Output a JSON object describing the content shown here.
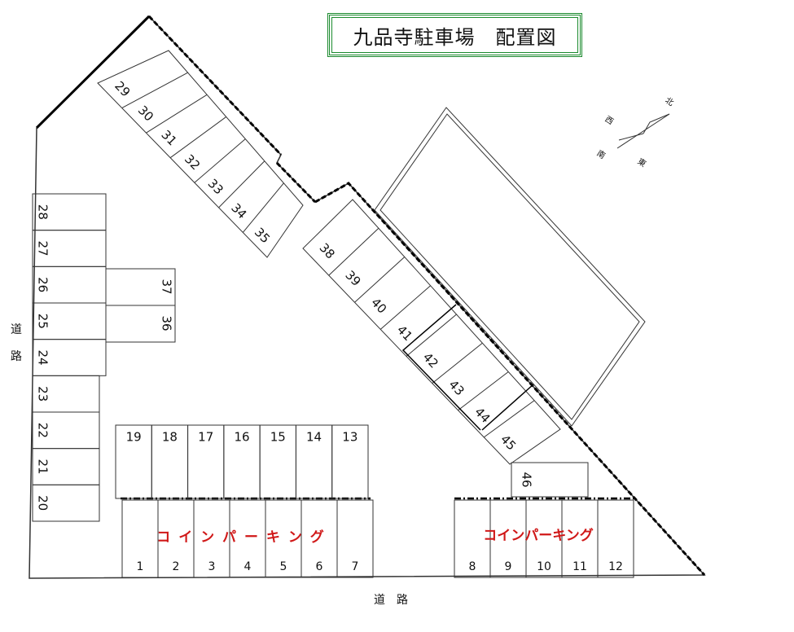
{
  "title": "九品寺駐車場　配置図",
  "compass": {
    "north": "北",
    "south": "南",
    "east": "東",
    "west": "西"
  },
  "road_left": [
    "道",
    "路"
  ],
  "road_bottom": "道　路",
  "coin_parking_left": "コ イ ン パ ー キ ン グ",
  "coin_parking_right": "コインパーキング",
  "colors": {
    "title_border": "#1b8a2e",
    "coin_parking_text": "#d01818",
    "lines": "#333333"
  },
  "spaces": {
    "diagonal_upper": [
      "29",
      "30",
      "31",
      "32",
      "33",
      "34",
      "35"
    ],
    "diagonal_lower": [
      "38",
      "39",
      "40",
      "41",
      "42",
      "43",
      "44",
      "45"
    ],
    "left_column": [
      "28",
      "27",
      "26",
      "25",
      "24",
      "23",
      "22",
      "21",
      "20"
    ],
    "middle_pair": [
      "37",
      "36"
    ],
    "top_row": [
      "19",
      "18",
      "17",
      "16",
      "15",
      "14",
      "13"
    ],
    "bottom_left": [
      "1",
      "2",
      "3",
      "4",
      "5",
      "6",
      "7"
    ],
    "bottom_right": [
      "8",
      "9",
      "10",
      "11",
      "12"
    ],
    "single": "46"
  }
}
